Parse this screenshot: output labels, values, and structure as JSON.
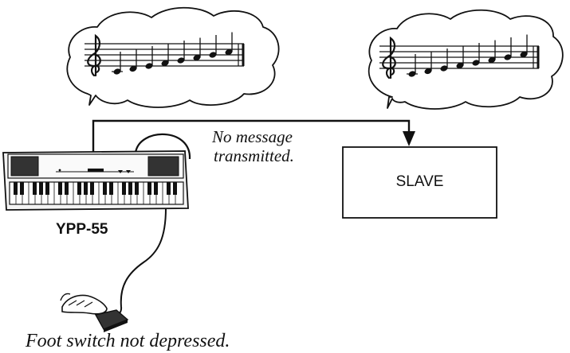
{
  "labels": {
    "transmit_note_line1": "No message",
    "transmit_note_line2": "transmitted.",
    "slave_box": "SLAVE",
    "keyboard_model": "YPP-55",
    "foot_switch_note": "Foot switch not depressed."
  },
  "icons": {
    "left_bubble": "thought-bubble-icon",
    "right_bubble": "thought-bubble-icon",
    "keyboard": "keyboard-icon",
    "foot_switch": "foot-pedal-icon",
    "arrow": "arrow-down-icon"
  },
  "colors": {
    "stroke": "#111111",
    "background": "#ffffff"
  }
}
